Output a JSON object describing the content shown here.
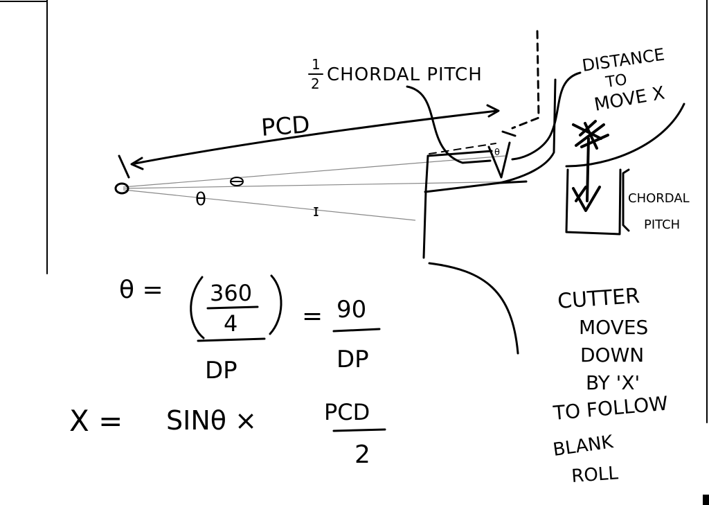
{
  "labels": {
    "half_chordal_pitch": "½ CHORDAL PITCH",
    "half_num": "1",
    "half_den": "2",
    "chordal_pitch_word": "CHORDAL PITCH",
    "distance_line1": "DISTANCE",
    "distance_line2": "TO",
    "distance_line3": "MOVE X",
    "pcd": "PCD",
    "theta": "θ",
    "chordal_line1": "CHORDAL",
    "chordal_line2": "PITCH",
    "small_theta": "θ"
  },
  "formulas": {
    "theta_lhs": "θ =",
    "num_360": "360",
    "num_4": "4",
    "dp_1": "DP",
    "equals_2": "=",
    "num_90": "90",
    "dp_2": "DP",
    "x_lhs": "X =",
    "sin_theta": "SINθ ×",
    "pcd_num": "PCD",
    "pcd_den": "2"
  },
  "note": {
    "line1": "CUTTER",
    "line2": "MOVES",
    "line3": "DOWN",
    "line4": "BY 'X'",
    "line5": "TO FOLLOW",
    "line6": "BLANK",
    "line7": "ROLL"
  }
}
